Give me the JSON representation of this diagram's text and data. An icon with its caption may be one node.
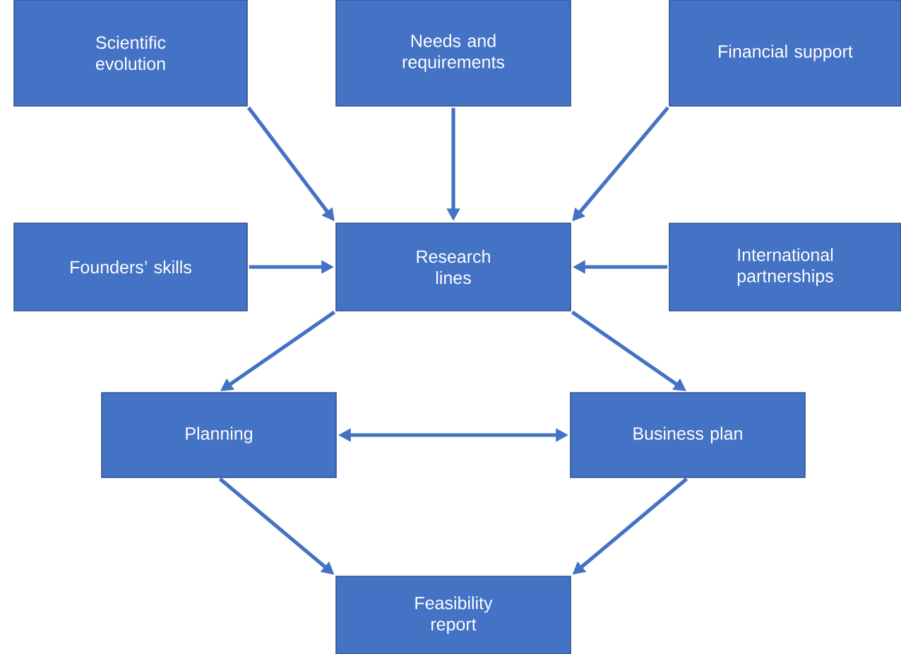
{
  "diagram": {
    "nodes": [
      {
        "text": [
          "Scientific evolution"
        ]
      },
      {
        "text": [
          "Needs and requirements"
        ]
      },
      {
        "text": [
          "Financial support"
        ]
      },
      {
        "text": [
          "Founders’ skills"
        ]
      },
      {
        "text": [
          "Research lines"
        ]
      },
      {
        "text": [
          "International partnerships"
        ]
      },
      {
        "text": [
          "Planning"
        ]
      },
      {
        "text": [
          "Business plan"
        ]
      },
      {
        "text": [
          "Feasibility report"
        ]
      }
    ],
    "edges": [
      {
        "from": 0,
        "to": 4,
        "arrow": "to"
      },
      {
        "from": 1,
        "to": 4,
        "arrow": "to"
      },
      {
        "from": 2,
        "to": 4,
        "arrow": "to"
      },
      {
        "from": 3,
        "to": 4,
        "arrow": "to"
      },
      {
        "from": 5,
        "to": 4,
        "arrow": "to"
      },
      {
        "from": 4,
        "to": 6,
        "arrow": "to"
      },
      {
        "from": 4,
        "to": 7,
        "arrow": "to"
      },
      {
        "from": 6,
        "to": 7,
        "arrow": "both"
      },
      {
        "from": 6,
        "to": 8,
        "arrow": "to"
      },
      {
        "from": 7,
        "to": 8,
        "arrow": "to"
      }
    ]
  }
}
